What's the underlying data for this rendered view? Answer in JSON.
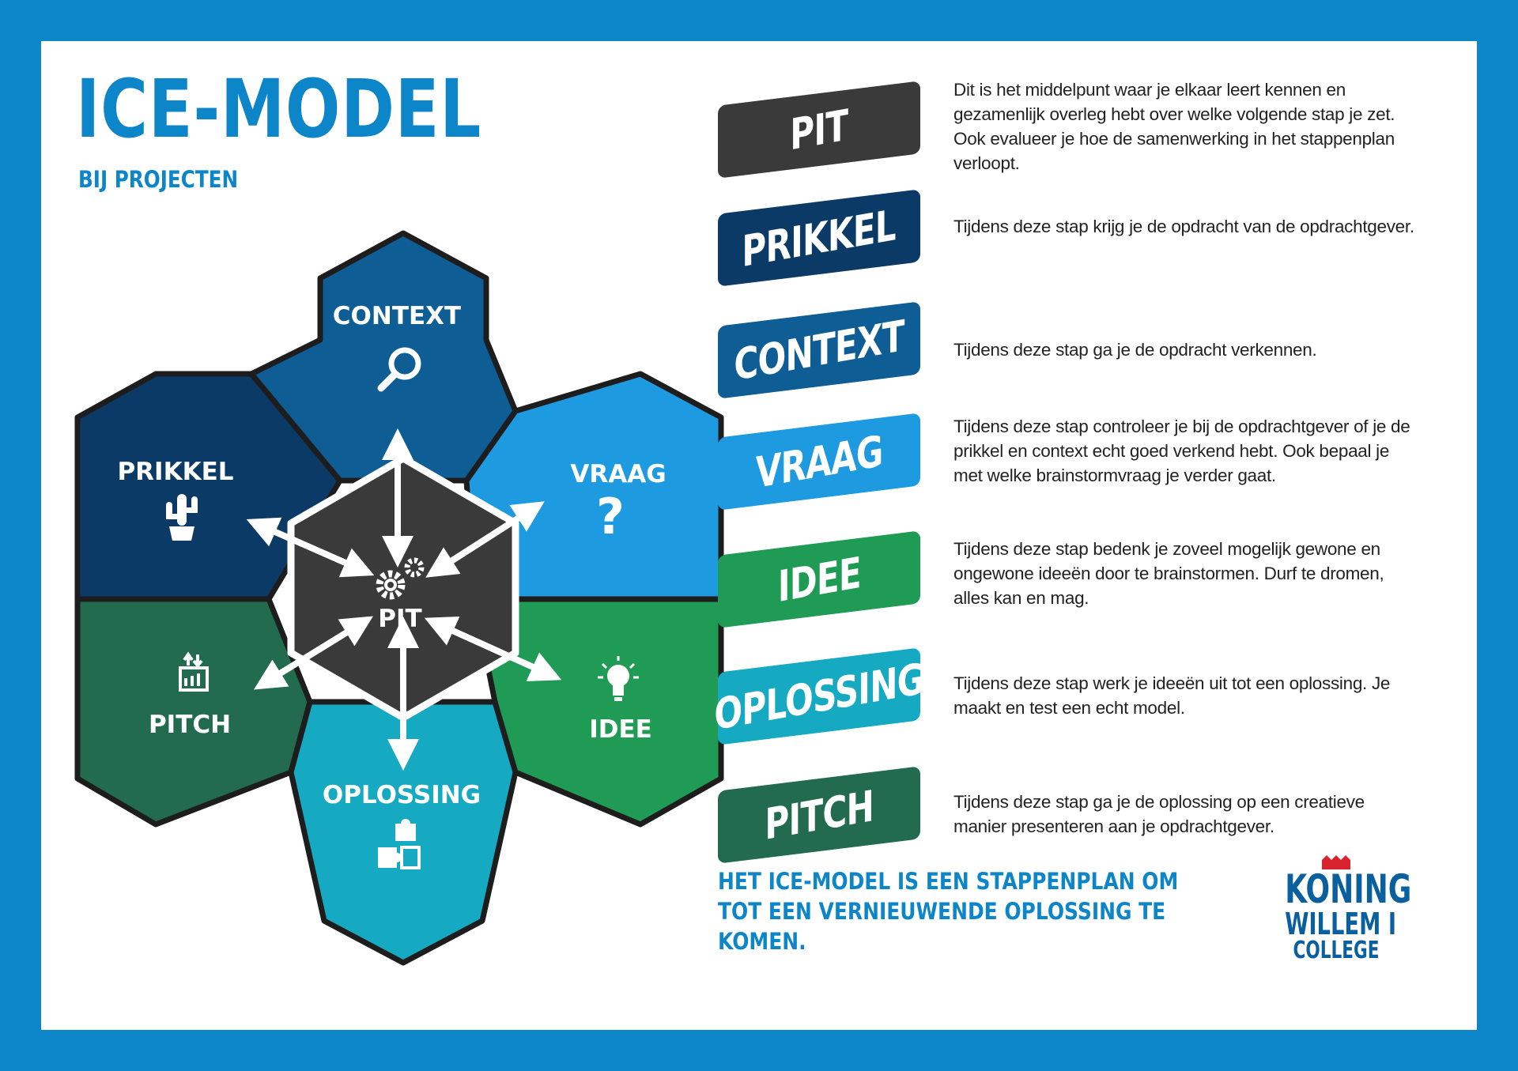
{
  "title": "ICE-MODEL",
  "subtitle": "BIJ PROJECTEN",
  "colors": {
    "frame": "#0c86c9",
    "pit": "#3a3a3b",
    "prikkel": "#0b3a66",
    "context": "#0e5d95",
    "vraag": "#1e9ae0",
    "idee": "#1f9b55",
    "oplossing": "#16a9c2",
    "pitch": "#226b4e"
  },
  "hexagon": {
    "context": {
      "label": "CONTEXT",
      "icon": "magnifier-icon"
    },
    "prikkel": {
      "label": "PRIKKEL",
      "icon": "cactus-icon"
    },
    "vraag": {
      "label": "VRAAG",
      "icon": "question-mark-icon"
    },
    "pit": {
      "label": "PIT",
      "icon": "gears-icon"
    },
    "pitch": {
      "label": "PITCH",
      "icon": "presentation-icon"
    },
    "idee": {
      "label": "IDEE",
      "icon": "lightbulb-icon"
    },
    "oplossing": {
      "label": "OPLOSSING",
      "icon": "puzzle-icon"
    }
  },
  "steps": [
    {
      "label": "PIT",
      "color": "#3a3a3b",
      "description": "Dit is het middelpunt waar je elkaar leert kennen en gezamenlijk overleg hebt over welke volgende stap je zet. Ook evalueer je hoe de samenwerking in het stappenplan verloopt."
    },
    {
      "label": "PRIKKEL",
      "color": "#0b3a66",
      "description": "Tijdens deze stap krijg je de opdracht van de opdrachtgever."
    },
    {
      "label": "CONTEXT",
      "color": "#0e5d95",
      "description": "Tijdens deze stap ga je de opdracht verkennen."
    },
    {
      "label": "VRAAG",
      "color": "#1e9ae0",
      "description": "Tijdens deze stap controleer je bij de opdrachtgever of je de prikkel en context echt goed verkend hebt. Ook bepaal je met welke brainstormvraag je verder gaat."
    },
    {
      "label": "IDEE",
      "color": "#1f9b55",
      "description": "Tijdens deze stap bedenk je zoveel mogelijk gewone en ongewone ideeën door te brainstormen. Durf te dromen, alles kan en mag."
    },
    {
      "label": "OPLOSSING",
      "color": "#16a9c2",
      "description": "Tijdens deze stap werk je ideeën uit tot een oplossing. Je maakt en test een echt model."
    },
    {
      "label": "PITCH",
      "color": "#226b4e",
      "description": "Tijdens deze stap ga je de oplossing op een creatieve manier presenteren aan je opdrachtgever."
    }
  ],
  "footer": "HET ICE-MODEL IS EEN STAPPENPLAN OM TOT EEN VERNIEUWENDE OPLOSSING TE KOMEN.",
  "logo": {
    "line1": "KONING",
    "line2": "WILLEM I",
    "line3": "COLLEGE",
    "icon": "crown-icon"
  }
}
